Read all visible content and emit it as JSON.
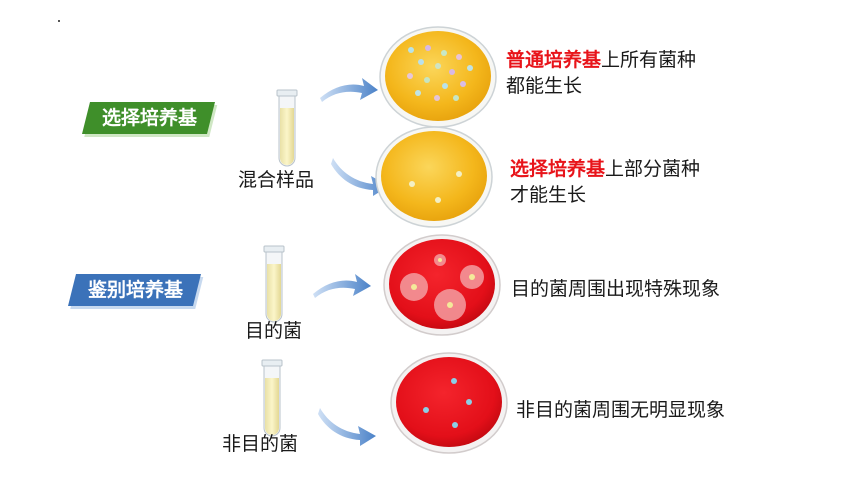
{
  "tags": {
    "selective": "选择培养基",
    "differential": "鉴别培养基"
  },
  "samples": {
    "mixed": "混合样品",
    "target": "目的菌",
    "non_target": "非目的菌"
  },
  "results": {
    "common_hl": "普通培养基",
    "common_rest": "上所有菌种",
    "common_line2": "都能生长",
    "select_hl": "选择培养基",
    "select_rest": "上部分菌种",
    "select_line2": "才能生长",
    "target_text": "目的菌周围出现特殊现象",
    "non_target_text": "非目的菌周围无明显现象"
  },
  "colors": {
    "highlight": "#e8141a",
    "tag_green": "#3f8f2a",
    "tag_blue": "#3b72b9",
    "agar_yellow": "#f5bd1f",
    "agar_red": "#e8101c",
    "arrow_blue": "#5b8fd0"
  }
}
